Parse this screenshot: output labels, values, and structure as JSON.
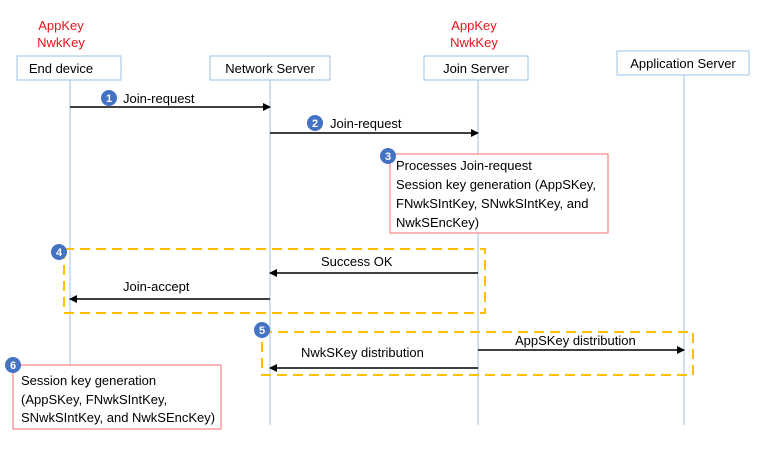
{
  "colors": {
    "lifeline": "#9dc3e6",
    "arrow": "#000000",
    "badge": "#4472c4",
    "note_border": "#ff6b6b",
    "group_border": "#ffc000",
    "key_text": "#e8141b"
  },
  "keys": {
    "end_device": [
      "AppKey",
      "NwkKey"
    ],
    "join_server": [
      "AppKey",
      "NwkKey"
    ]
  },
  "participants": [
    {
      "id": "end-device",
      "label": "End device"
    },
    {
      "id": "network-server",
      "label": "Network Server"
    },
    {
      "id": "join-server",
      "label": "Join Server"
    },
    {
      "id": "application-server",
      "label": "Application Server"
    }
  ],
  "messages": [
    {
      "step": "1",
      "label": "Join-request",
      "from": "end-device",
      "to": "network-server"
    },
    {
      "step": "2",
      "label": "Join-request",
      "from": "network-server",
      "to": "join-server"
    },
    {
      "step": "",
      "label": "Success OK",
      "from": "join-server",
      "to": "network-server"
    },
    {
      "step": "",
      "label": "Join-accept",
      "from": "network-server",
      "to": "end-device"
    },
    {
      "step": "",
      "label": "AppSKey distribution",
      "from": "join-server",
      "to": "application-server"
    },
    {
      "step": "",
      "label": "NwkSKey distribution",
      "from": "join-server",
      "to": "network-server"
    }
  ],
  "notes": [
    {
      "step": "3",
      "lines": [
        "Processes Join-request",
        "Session key generation (AppSKey,",
        "FNwkSIntKey, SNwkSIntKey, and",
        "NwkSEncKey)"
      ]
    },
    {
      "step": "6",
      "lines": [
        "Session key generation",
        "(AppSKey, FNwkSIntKey,",
        "SNwkSIntKey, and NwkSEncKey)"
      ]
    }
  ],
  "groups": [
    {
      "step": "4"
    },
    {
      "step": "5"
    }
  ]
}
